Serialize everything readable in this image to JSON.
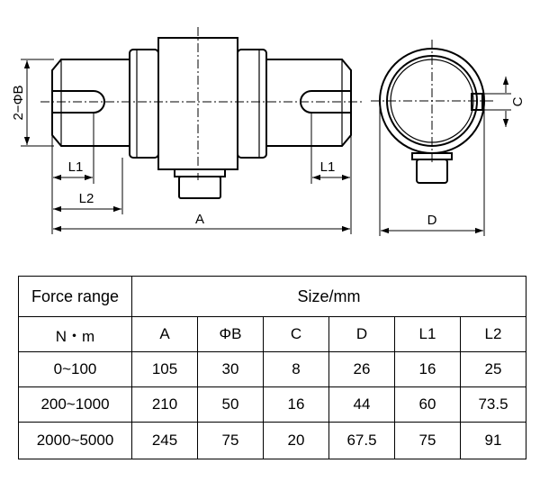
{
  "diagram": {
    "labels": {
      "phi_b": "2−ΦB",
      "l1_left": "L1",
      "l1_right": "L1",
      "l2": "L2",
      "a": "A",
      "c": "C",
      "d": "D"
    }
  },
  "table": {
    "header": {
      "force_range": "Force range",
      "size": "Size/mm"
    },
    "subheader": [
      "N・m",
      "A",
      "ΦB",
      "C",
      "D",
      "L1",
      "L2"
    ],
    "rows": [
      [
        "0~100",
        "105",
        "30",
        "8",
        "26",
        "16",
        "25"
      ],
      [
        "200~1000",
        "210",
        "50",
        "16",
        "44",
        "60",
        "73.5"
      ],
      [
        "2000~5000",
        "245",
        "75",
        "20",
        "67.5",
        "75",
        "91"
      ]
    ]
  }
}
